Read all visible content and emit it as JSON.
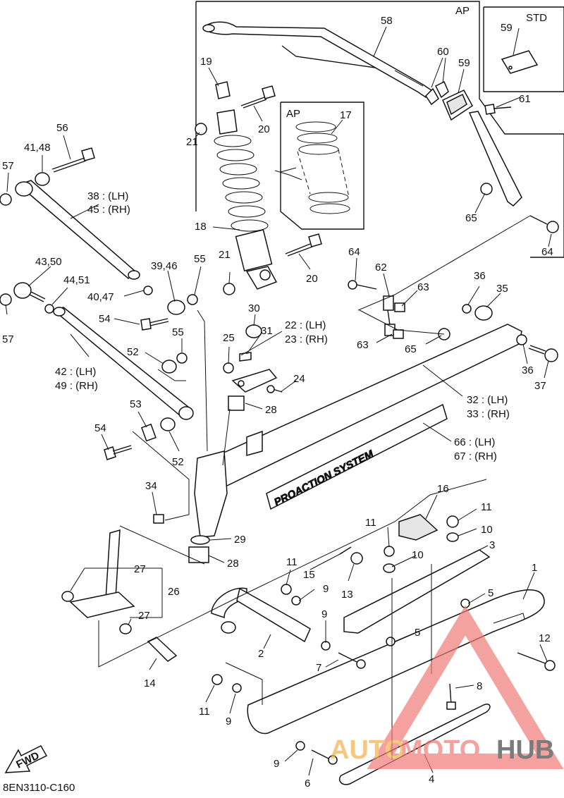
{
  "diagram": {
    "code": "8EN3110-C160",
    "fwd_label": "FWD",
    "decal_text": "PROACTION SYSTEM",
    "box_labels": {
      "ap_top": "AP",
      "std": "STD",
      "ap_spring": "AP"
    },
    "callouts": [
      {
        "id": "c58",
        "text": "58"
      },
      {
        "id": "c60",
        "text": "60"
      },
      {
        "id": "c59a",
        "text": "59"
      },
      {
        "id": "c59b",
        "text": "59"
      },
      {
        "id": "c61",
        "text": "61"
      },
      {
        "id": "c19",
        "text": "19"
      },
      {
        "id": "c20a",
        "text": "20"
      },
      {
        "id": "c21a",
        "text": "21"
      },
      {
        "id": "c17",
        "text": "17"
      },
      {
        "id": "c56",
        "text": "56"
      },
      {
        "id": "c4148",
        "text": "41,48"
      },
      {
        "id": "c57a",
        "text": "57"
      },
      {
        "id": "c38",
        "text": "38 : (LH)"
      },
      {
        "id": "c45",
        "text": "45 : (RH)"
      },
      {
        "id": "c18",
        "text": "18"
      },
      {
        "id": "c65a",
        "text": "65"
      },
      {
        "id": "c64a",
        "text": "64"
      },
      {
        "id": "c64b",
        "text": "64"
      },
      {
        "id": "c62",
        "text": "62"
      },
      {
        "id": "c63a",
        "text": "63"
      },
      {
        "id": "c21b",
        "text": "21"
      },
      {
        "id": "c20b",
        "text": "20"
      },
      {
        "id": "c4350",
        "text": "43,50"
      },
      {
        "id": "c3946",
        "text": "39,46"
      },
      {
        "id": "c55a",
        "text": "55"
      },
      {
        "id": "c4451",
        "text": "44,51"
      },
      {
        "id": "c4047",
        "text": "40,47"
      },
      {
        "id": "c36a",
        "text": "36"
      },
      {
        "id": "c35",
        "text": "35"
      },
      {
        "id": "c57b",
        "text": "57"
      },
      {
        "id": "c54a",
        "text": "54"
      },
      {
        "id": "c30",
        "text": "30"
      },
      {
        "id": "c22",
        "text": "22 : (LH)"
      },
      {
        "id": "c23",
        "text": "23 : (RH)"
      },
      {
        "id": "c31",
        "text": "31"
      },
      {
        "id": "c63b",
        "text": "63"
      },
      {
        "id": "c65b",
        "text": "65"
      },
      {
        "id": "c25",
        "text": "25"
      },
      {
        "id": "c55b",
        "text": "55"
      },
      {
        "id": "c36b",
        "text": "36"
      },
      {
        "id": "c37",
        "text": "37"
      },
      {
        "id": "c52a",
        "text": "52"
      },
      {
        "id": "c42",
        "text": "42 : (LH)"
      },
      {
        "id": "c49",
        "text": "49 : (RH)"
      },
      {
        "id": "c24",
        "text": "24"
      },
      {
        "id": "c32",
        "text": "32 : (LH)"
      },
      {
        "id": "c33",
        "text": "33 : (RH)"
      },
      {
        "id": "c28a",
        "text": "28"
      },
      {
        "id": "c53",
        "text": "53"
      },
      {
        "id": "c54b",
        "text": "54"
      },
      {
        "id": "c66",
        "text": "66 : (LH)"
      },
      {
        "id": "c67",
        "text": "67 : (RH)"
      },
      {
        "id": "c52b",
        "text": "52"
      },
      {
        "id": "c34",
        "text": "34"
      },
      {
        "id": "c16",
        "text": "16"
      },
      {
        "id": "c11a",
        "text": "11"
      },
      {
        "id": "c11b",
        "text": "11"
      },
      {
        "id": "c10a",
        "text": "10"
      },
      {
        "id": "c29",
        "text": "29"
      },
      {
        "id": "c3",
        "text": "3"
      },
      {
        "id": "c10b",
        "text": "10"
      },
      {
        "id": "c28b",
        "text": "28"
      },
      {
        "id": "c27a",
        "text": "27"
      },
      {
        "id": "c11c",
        "text": "11"
      },
      {
        "id": "c15",
        "text": "15"
      },
      {
        "id": "c9a",
        "text": "9"
      },
      {
        "id": "c13",
        "text": "13"
      },
      {
        "id": "c1",
        "text": "1"
      },
      {
        "id": "c26",
        "text": "26"
      },
      {
        "id": "c5a",
        "text": "5"
      },
      {
        "id": "c27b",
        "text": "27"
      },
      {
        "id": "c9b",
        "text": "9"
      },
      {
        "id": "c5b",
        "text": "5"
      },
      {
        "id": "c2",
        "text": "2"
      },
      {
        "id": "c12",
        "text": "12"
      },
      {
        "id": "c7",
        "text": "7"
      },
      {
        "id": "c14",
        "text": "14"
      },
      {
        "id": "c8",
        "text": "8"
      },
      {
        "id": "c11d",
        "text": "11"
      },
      {
        "id": "c9c",
        "text": "9"
      },
      {
        "id": "c9d",
        "text": "9"
      },
      {
        "id": "c6",
        "text": "6"
      },
      {
        "id": "c4",
        "text": "4"
      }
    ]
  },
  "watermark": {
    "part1": "AUTO",
    "part2": "MOTO",
    "part3": "HUB",
    "accent_orange": "#f3b24a",
    "accent_red": "#f07a78",
    "dark": "#444444"
  }
}
